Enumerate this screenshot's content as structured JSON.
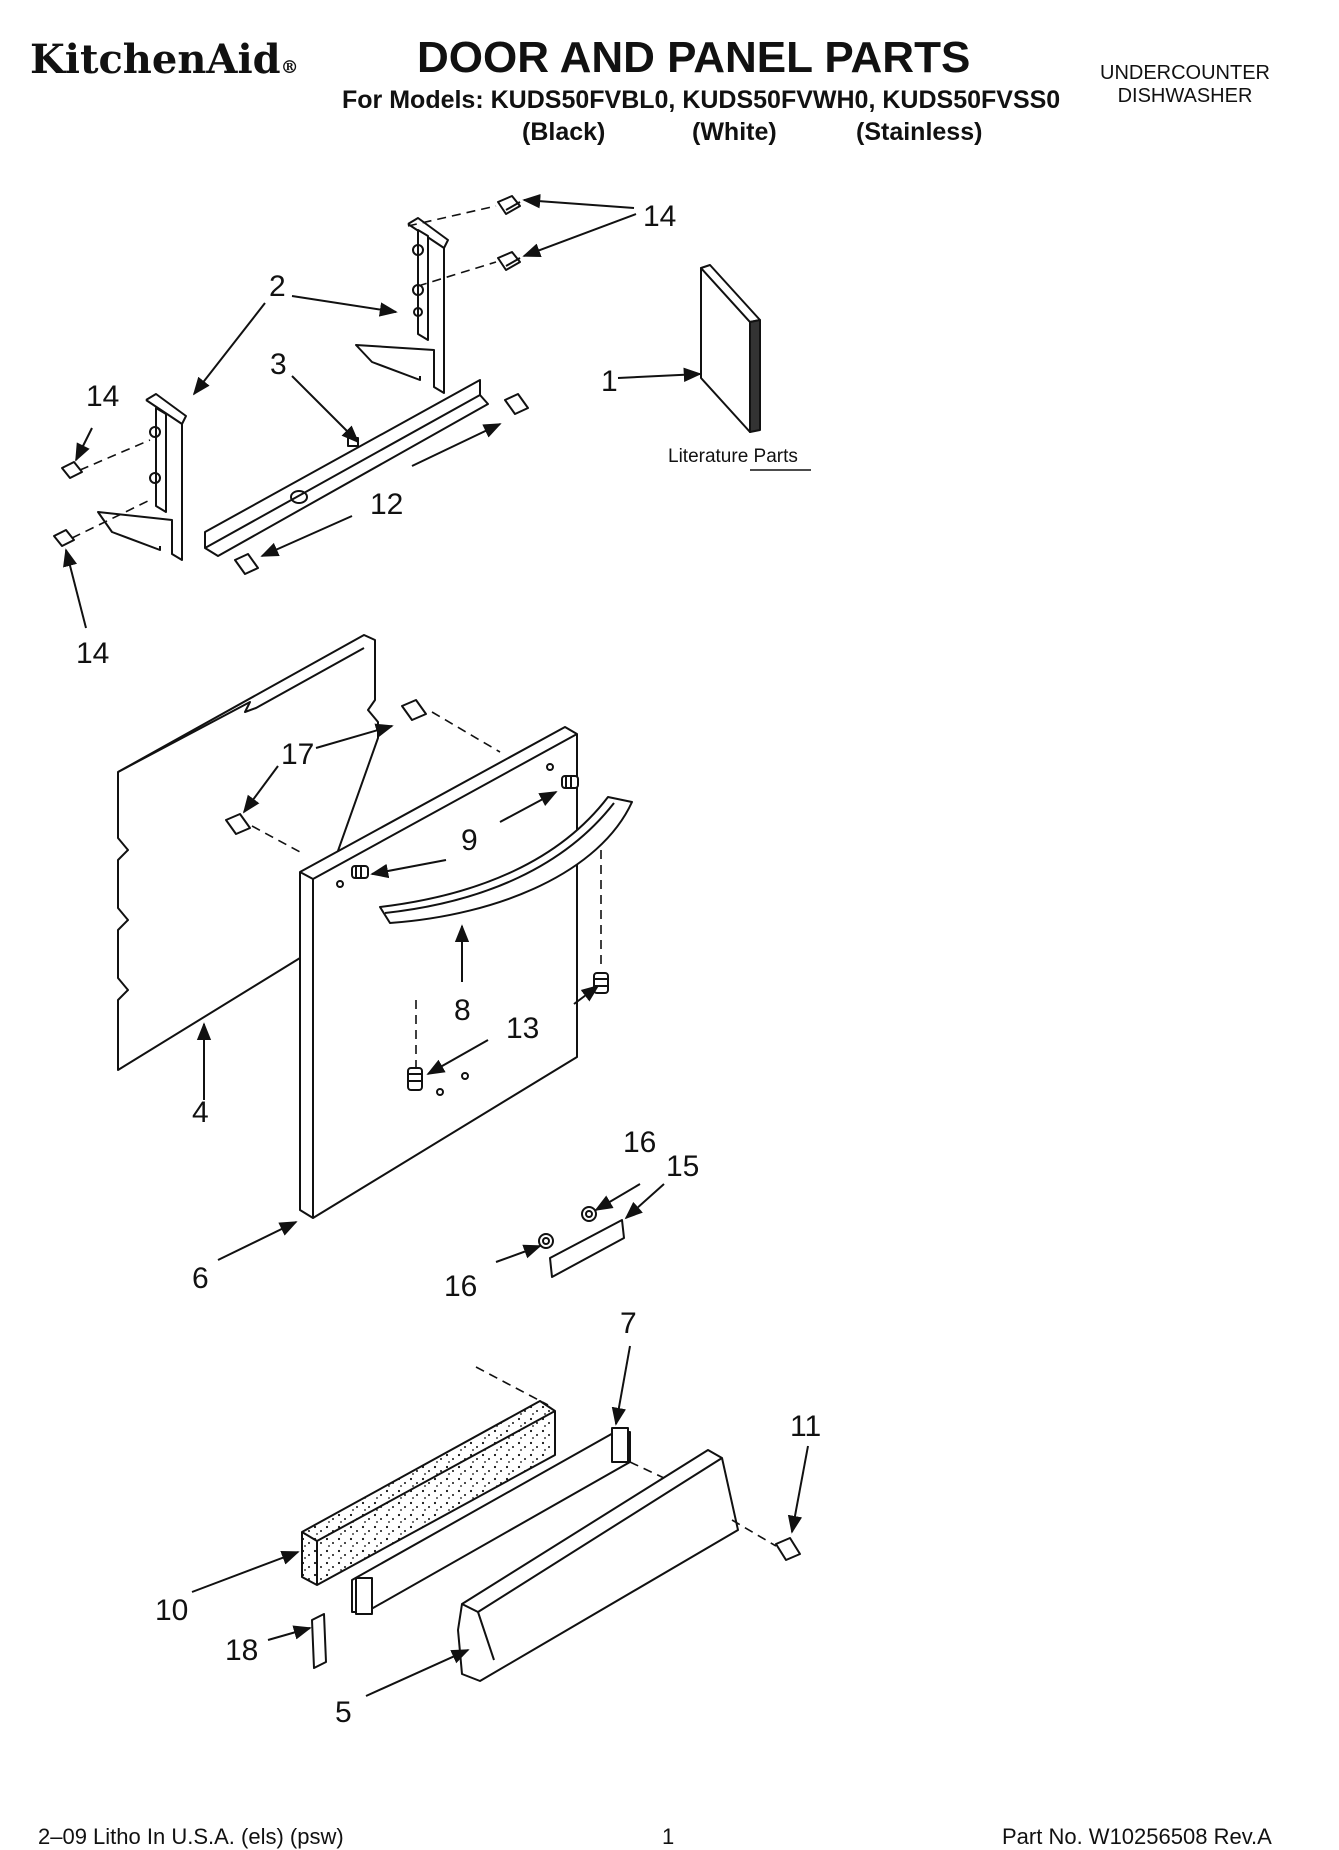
{
  "header": {
    "brand": "KitchenAid",
    "brand_mark": "®",
    "title": "DOOR AND PANEL PARTS",
    "models_line": "For Models: KUDS50FVBL0, KUDS50FVWH0, KUDS50FVSS0",
    "variants": [
      "(Black)",
      "(White)",
      "(Stainless)"
    ],
    "appliance_line1": "UNDERCOUNTER",
    "appliance_line2": "DISHWASHER"
  },
  "diagram": {
    "literature_label": "Literature Parts",
    "callouts": {
      "c1": "1",
      "c2": "2",
      "c3": "3",
      "c4": "4",
      "c5": "5",
      "c6": "6",
      "c7": "7",
      "c8": "8",
      "c9": "9",
      "c10": "10",
      "c11": "11",
      "c12": "12",
      "c13": "13",
      "c14a": "14",
      "c14b": "14",
      "c14c": "14",
      "c15": "15",
      "c16a": "16",
      "c16b": "16",
      "c17": "17",
      "c18": "18"
    }
  },
  "footer": {
    "left": "2–09 Litho In U.S.A. (els) (psw)",
    "page": "1",
    "part_no": "Part No. W10256508 Rev.A"
  }
}
